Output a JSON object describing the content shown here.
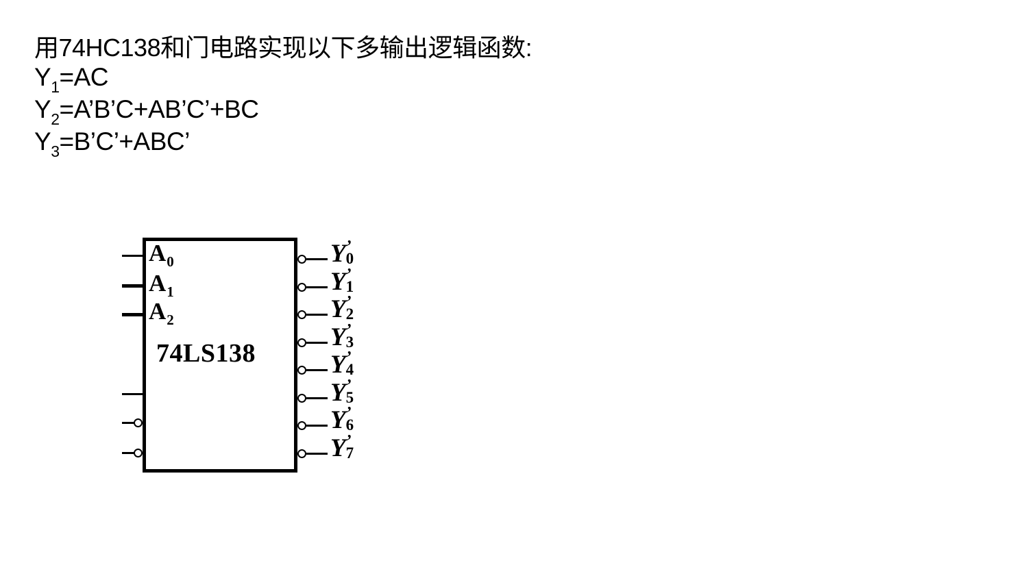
{
  "page": {
    "background": "#ffffff",
    "ink": "#000000"
  },
  "problem": {
    "title": "用74HC138和门电路实现以下多输出逻辑函数:",
    "equations": [
      {
        "base": "Y",
        "sub": "1",
        "rhs": "=AC"
      },
      {
        "base": "Y",
        "sub": "2",
        "rhs": "=A’B’C+AB’C’+BC"
      },
      {
        "base": "Y",
        "sub": "3",
        "rhs": "=B’C’+ABC’"
      }
    ]
  },
  "chip": {
    "label": "74LS138",
    "inputs": [
      {
        "base": "A",
        "sub": "0"
      },
      {
        "base": "A",
        "sub": "1"
      },
      {
        "base": "A",
        "sub": "2"
      }
    ],
    "enable_pins": [
      {
        "bubble": false
      },
      {
        "bubble": true
      },
      {
        "bubble": true
      }
    ],
    "outputs": [
      {
        "base": "Y",
        "prime": "’",
        "sub": "0"
      },
      {
        "base": "Y",
        "prime": "’",
        "sub": "1"
      },
      {
        "base": "Y",
        "prime": "’",
        "sub": "2"
      },
      {
        "base": "Y",
        "prime": "’",
        "sub": "3"
      },
      {
        "base": "Y",
        "prime": "’",
        "sub": "4"
      },
      {
        "base": "Y",
        "prime": "’",
        "sub": "5"
      },
      {
        "base": "Y",
        "prime": "’",
        "sub": "6"
      },
      {
        "base": "Y",
        "prime": "’",
        "sub": "7"
      }
    ]
  }
}
